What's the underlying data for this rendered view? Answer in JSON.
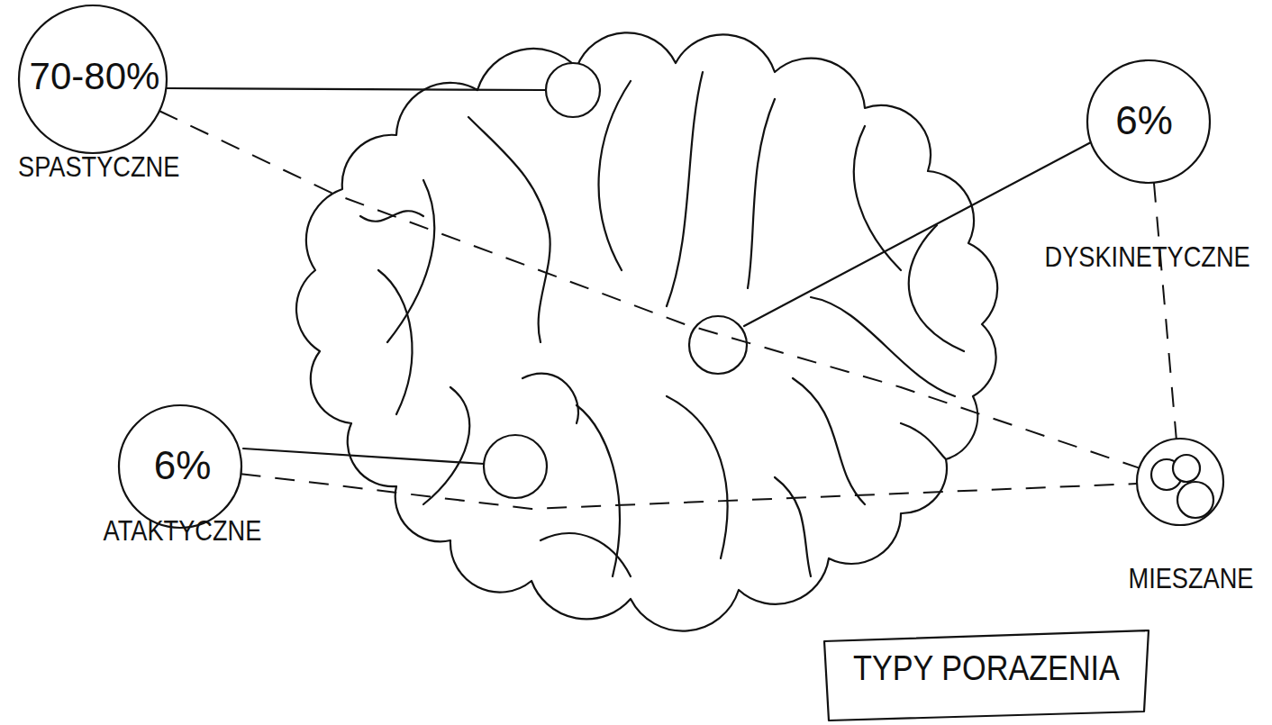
{
  "diagram": {
    "title": "TYPY PORAZENIA",
    "nodes": [
      {
        "text": [
          "70-80%",
          "SPASTYCZNE"
        ]
      },
      {
        "text": [
          "6%",
          "DYSKINETYCZNE"
        ]
      },
      {
        "text": [
          "6%",
          "ATAKTYCZNE"
        ]
      },
      {
        "text": [
          "MIESZANE"
        ]
      }
    ],
    "edges": [
      {
        "from": 0,
        "to": 3,
        "arrow": "none"
      },
      {
        "from": 1,
        "to": 3,
        "arrow": "none"
      },
      {
        "from": 2,
        "to": 3,
        "arrow": "none"
      }
    ]
  }
}
